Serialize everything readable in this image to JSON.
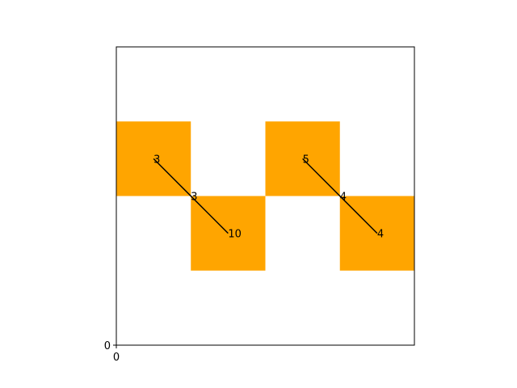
{
  "chart_data": {
    "type": "other",
    "xlim": [
      0,
      4
    ],
    "ylim": [
      0,
      4
    ],
    "x_ticks": [
      {
        "value": 0,
        "label": "0"
      }
    ],
    "y_ticks": [
      {
        "value": 0,
        "label": "0"
      }
    ],
    "grid": false,
    "legend": "none",
    "fill_color": "#ffa500",
    "line_color": "#000000",
    "squares": [
      {
        "x": 0,
        "y": 2,
        "w": 1,
        "h": 1
      },
      {
        "x": 1,
        "y": 1,
        "w": 1,
        "h": 1
      },
      {
        "x": 2,
        "y": 2,
        "w": 1,
        "h": 1
      },
      {
        "x": 3,
        "y": 1,
        "w": 1,
        "h": 1
      }
    ],
    "lines": [
      {
        "from": [
          0.5,
          2.5
        ],
        "to": [
          1.5,
          1.5
        ]
      },
      {
        "from": [
          2.5,
          2.5
        ],
        "to": [
          3.5,
          1.5
        ]
      }
    ],
    "point_labels": [
      {
        "x": 0.5,
        "y": 2.5,
        "text": "3"
      },
      {
        "x": 1.0,
        "y": 2.0,
        "text": "3"
      },
      {
        "x": 1.5,
        "y": 1.5,
        "text": "10"
      },
      {
        "x": 2.5,
        "y": 2.5,
        "text": "5"
      },
      {
        "x": 3.0,
        "y": 2.0,
        "text": "4"
      },
      {
        "x": 3.5,
        "y": 1.5,
        "text": "4"
      }
    ]
  }
}
